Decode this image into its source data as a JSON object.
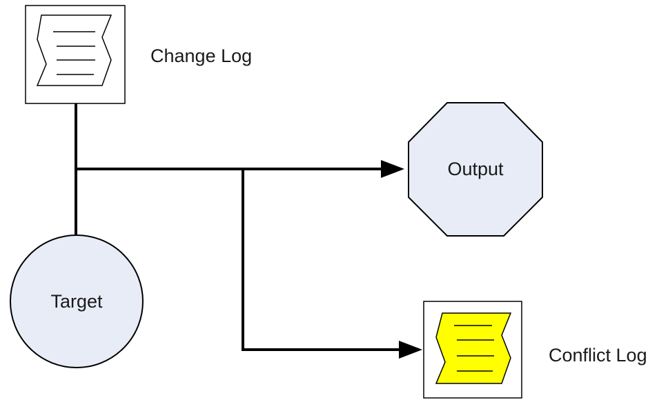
{
  "nodes": {
    "change_log": {
      "label": "Change Log",
      "icon": "document-icon",
      "fill": "#ffffff"
    },
    "output": {
      "label": "Output",
      "shape": "octagon",
      "fill": "#e8ecf6"
    },
    "target": {
      "label": "Target",
      "shape": "circle",
      "fill": "#e8ecf6"
    },
    "conflict_log": {
      "label": "Conflict Log",
      "icon": "document-icon",
      "fill": "#ffff00"
    }
  },
  "colors": {
    "line": "#000000",
    "node_fill": "#e8ecf6",
    "highlight": "#ffff00"
  }
}
